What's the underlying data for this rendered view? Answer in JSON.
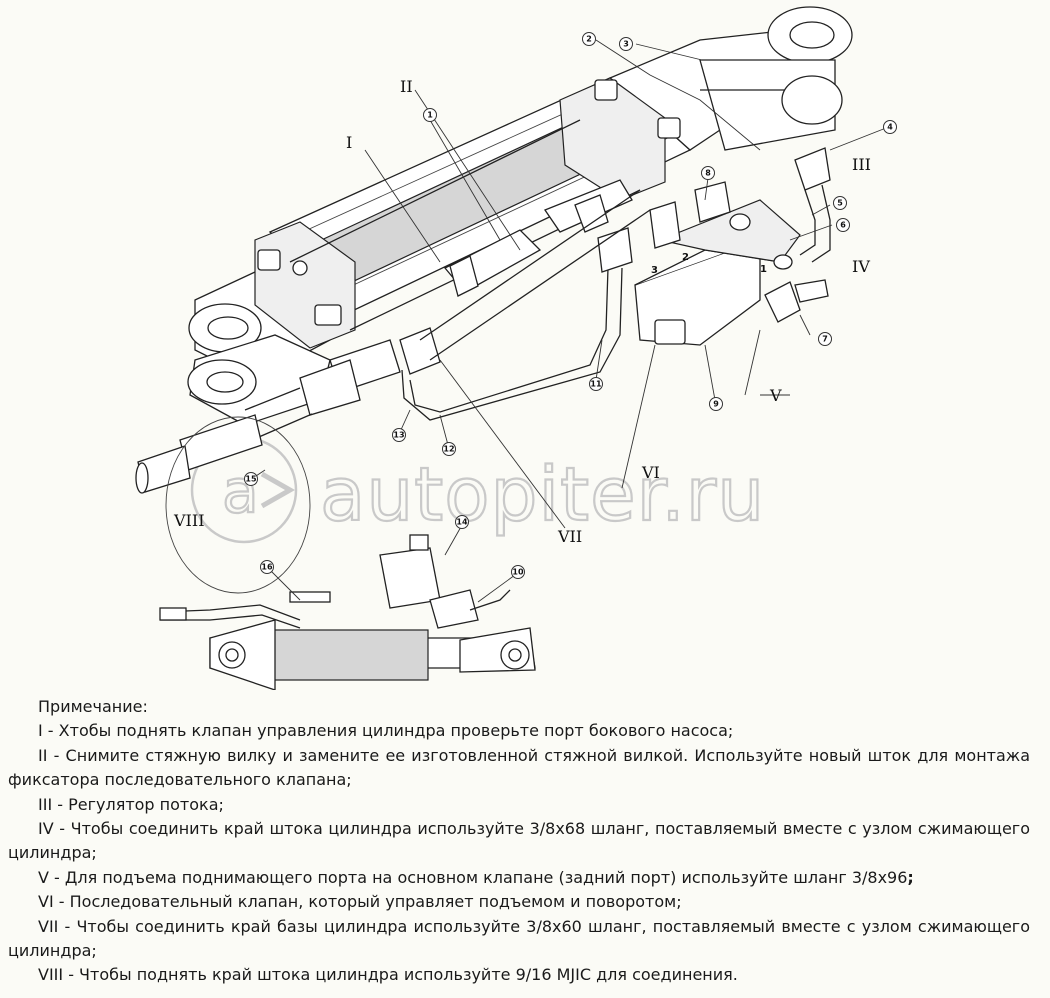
{
  "diagram": {
    "watermark": "autopiter.ru",
    "roman_labels": [
      "I",
      "II",
      "III",
      "IV",
      "V",
      "VI",
      "VII",
      "VIII"
    ],
    "callouts": [
      "1",
      "2",
      "3",
      "4",
      "5",
      "6",
      "7",
      "8",
      "9",
      "10",
      "11",
      "12",
      "13",
      "14",
      "15",
      "16"
    ],
    "port_labels": [
      "3",
      "2",
      "1"
    ]
  },
  "notes": {
    "heading": "Примечание:",
    "items": [
      {
        "label": "I -",
        "text": " Хтобы поднять клапан управления цилиндра проверьте порт бокового насоса;"
      },
      {
        "label": "II -",
        "text": " Снимите стяжную вилку и замените ее изготовленной стяжной вилкой. Используйте новый шток для монтажа фиксатора последовательного клапана;"
      },
      {
        "label": "III -",
        "text": " Регулятор потока;"
      },
      {
        "label": "IV -",
        "text": " Чтобы соединить край штока цилиндра используйте 3/8x68 шланг, поставляемый вместе с узлом сжимающего цилиндра;"
      },
      {
        "label": "V -",
        "text": " Для подъема поднимающего порта на основном клапане (задний порт) используйте шланг 3/8x96",
        "tail": ";"
      },
      {
        "label": "VI -",
        "text": " Последовательный клапан, который управляет подъемом и поворотом;"
      },
      {
        "label": "VII -",
        "text": " Чтобы соединить край базы цилиндра используйте 3/8x60 шланг, поставляемый вместе с узлом сжимающего цилиндра;"
      },
      {
        "label": "VIII -",
        "text": " Чтобы поднять край штока цилиндра используйте 9/16 MJIC для соединения."
      }
    ]
  }
}
